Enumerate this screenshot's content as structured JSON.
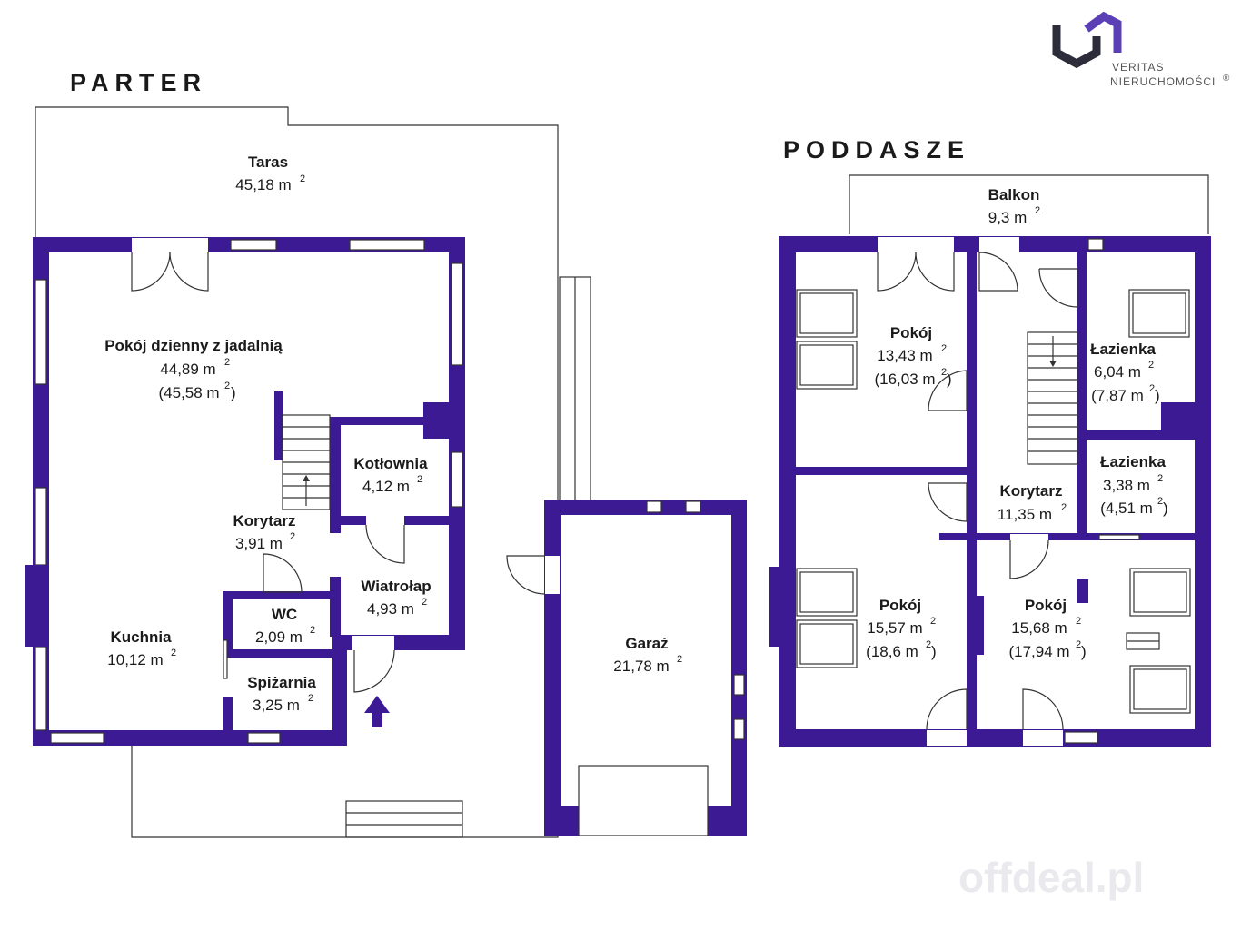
{
  "brand": {
    "line1": "VERITAS",
    "line2": "NIERUCHOMOŚCI",
    "reg": "®",
    "logo_color": "#2c2c3a",
    "accent_color": "#5a3fb5"
  },
  "watermark": "offdeal.pl",
  "wall_color": "#3c1a94",
  "floors": {
    "parter": "PARTER",
    "poddasze": "PODDASZE"
  },
  "rooms": {
    "taras": {
      "name": "Taras",
      "area": "45,18 m",
      "sup": "2"
    },
    "pokoj_dz": {
      "name": "Pokój dzienny z jadalnią",
      "area": "44,89 m",
      "sup": "2",
      "area2": "(45,58 m",
      "sup2": "2",
      "close2": ")"
    },
    "kotlownia": {
      "name": "Kotłownia",
      "area": "4,12 m",
      "sup": "2"
    },
    "korytarz_p": {
      "name": "Korytarz",
      "area": "3,91 m",
      "sup": "2"
    },
    "wiatrolap": {
      "name": "Wiatrołap",
      "area": "4,93 m",
      "sup": "2"
    },
    "wc": {
      "name": "WC",
      "area": "2,09 m",
      "sup": "2"
    },
    "kuchnia": {
      "name": "Kuchnia",
      "area": "10,12 m",
      "sup": "2"
    },
    "spizarnia": {
      "name": "Spiżarnia",
      "area": "3,25 m",
      "sup": "2"
    },
    "garaz": {
      "name": "Garaż",
      "area": "21,78 m",
      "sup": "2"
    },
    "balkon": {
      "name": "Balkon",
      "area": "9,3 m",
      "sup": "2"
    },
    "pokoj1": {
      "name": "Pokój",
      "area": "13,43 m",
      "sup": "2",
      "area2": "(16,03 m",
      "sup2": "2",
      "close2": ")"
    },
    "lazienka1": {
      "name": "Łazienka",
      "area": "6,04 m",
      "sup": "2",
      "area2": "(7,87 m",
      "sup2": "2",
      "close2": ")"
    },
    "lazienka2": {
      "name": "Łazienka",
      "area": "3,38 m",
      "sup": "2",
      "area2": "(4,51 m",
      "sup2": "2",
      "close2": ")"
    },
    "korytarz_g": {
      "name": "Korytarz",
      "area": "11,35 m",
      "sup": "2"
    },
    "pokoj2": {
      "name": "Pokój",
      "area": "15,57 m",
      "sup": "2",
      "area2": "(18,6 m",
      "sup2": "2",
      "close2": ")"
    },
    "pokoj3": {
      "name": "Pokój",
      "area": "15,68 m",
      "sup": "2",
      "area2": "(17,94 m",
      "sup2": "2",
      "close2": ")"
    }
  }
}
